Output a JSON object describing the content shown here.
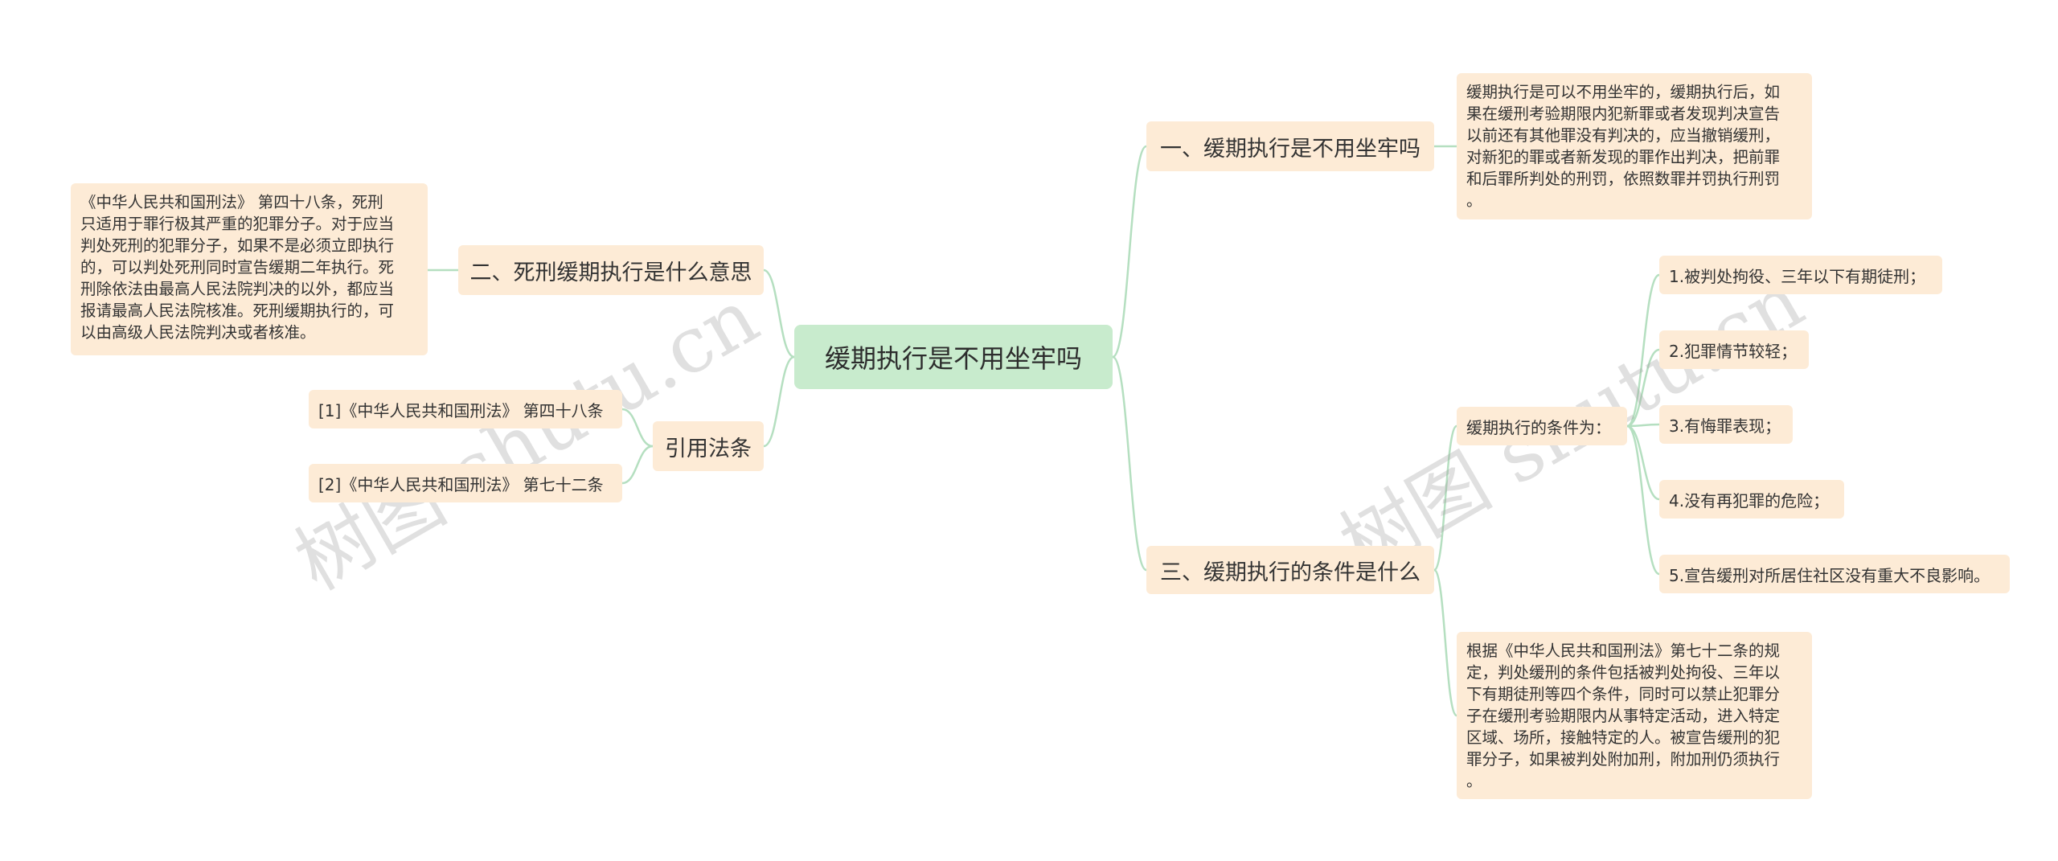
{
  "root": "缓期执行是不用坐牢吗",
  "branch1": {
    "title": "一、缓期执行是不用坐牢吗",
    "text": "缓期执行是可以不用坐牢的，缓期执行后，如\n果在缓刑考验期限内犯新罪或者发现判决宣告\n以前还有其他罪没有判决的，应当撤销缓刑，\n对新犯的罪或者新发现的罪作出判决，把前罪\n和后罪所判处的刑罚，依照数罪并罚执行刑罚\n。"
  },
  "branch2": {
    "title": "二、死刑缓期执行是什么意思",
    "text": "《中华人民共和国刑法》 第四十八条，死刑\n只适用于罪行极其严重的犯罪分子。对于应当\n判处死刑的犯罪分子，如果不是必须立即执行\n的，可以判处死刑同时宣告缓期二年执行。死\n刑除依法由最高人民法院判决的以外，都应当\n报请最高人民法院核准。死刑缓期执行的，可\n以由高级人民法院判决或者核准。"
  },
  "branch3": {
    "title": "三、缓期执行的条件是什么",
    "conditions_label": "缓期执行的条件为：",
    "conditions": [
      "1.被判处拘役、三年以下有期徒刑；",
      "2.犯罪情节较轻；",
      "3.有悔罪表现；",
      "4.没有再犯罪的危险；",
      "5.宣告缓刑对所居住社区没有重大不良影响。"
    ],
    "text": "根据《中华人民共和国刑法》第七十二条的规\n定，判处缓刑的条件包括被判处拘役、三年以\n下有期徒刑等四个条件，同时可以禁止犯罪分\n子在缓刑考验期限内从事特定活动，进入特定\n区域、场所，接触特定的人。被宣告缓刑的犯\n罪分子，如果被判处附加刑，附加刑仍须执行\n。"
  },
  "branch4": {
    "title": "引用法条",
    "refs": [
      "[1]《中华人民共和国刑法》 第四十八条",
      "[2]《中华人民共和国刑法》 第七十二条"
    ]
  },
  "colors": {
    "root_bg": "#c8ebcd",
    "node_bg": "#fdebd6",
    "link": "#b5dfc0"
  }
}
